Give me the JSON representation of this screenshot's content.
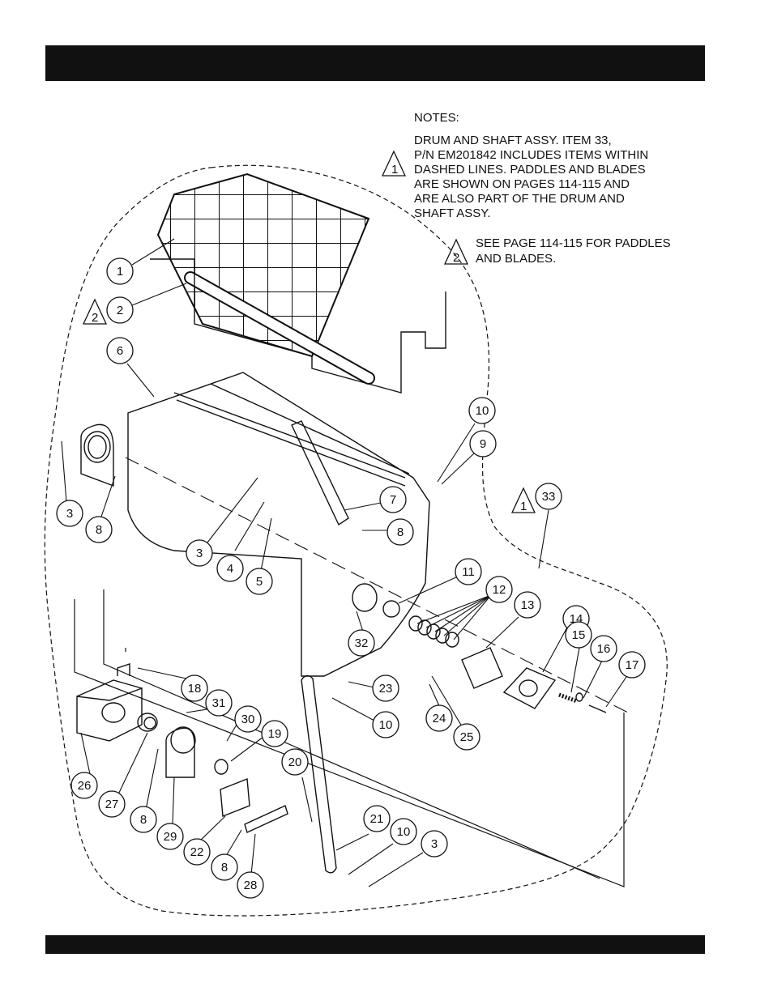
{
  "notes": {
    "heading": "NOTES:",
    "note1_lines": [
      "DRUM AND SHAFT ASSY. ITEM 33,",
      "P/N EM201842 INCLUDES ITEMS WITHIN",
      "DASHED LINES. PADDLES AND BLADES",
      "ARE SHOWN ON PAGES 114-115 AND",
      "ARE ALSO PART OF THE DRUM AND",
      "SHAFT ASSY."
    ],
    "note1_flag": "1",
    "note2_lines": [
      "SEE PAGE 114-115 FOR PADDLES",
      "AND BLADES."
    ],
    "note2_flag": "2"
  },
  "flags": {
    "shaft_flag": "2",
    "assembly_flag": "1"
  },
  "callouts": [
    "1",
    "2",
    "6",
    "3",
    "8",
    "10",
    "9",
    "7",
    "8",
    "3",
    "4",
    "5",
    "33",
    "11",
    "12",
    "13",
    "14",
    "15",
    "16",
    "17",
    "32",
    "18",
    "31",
    "30",
    "19",
    "23",
    "10",
    "24",
    "25",
    "20",
    "26",
    "27",
    "8",
    "29",
    "22",
    "8",
    "28",
    "21",
    "10",
    "3"
  ],
  "colors": {
    "bar": "#111111",
    "line": "#111111",
    "paper": "#ffffff"
  }
}
